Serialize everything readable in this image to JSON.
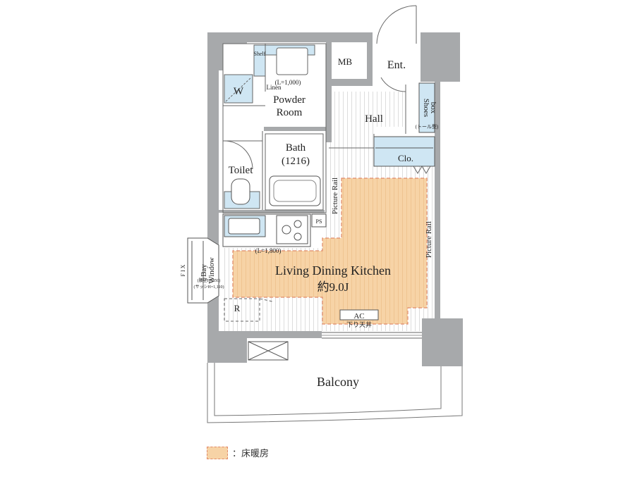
{
  "rooms": {
    "mb": "MB",
    "entrance": "Ent.",
    "shoes_line1": "Shoes",
    "shoes_line2": "box",
    "shoes_note": "(トール型)",
    "shelf": "Shelf",
    "linen_dim": "(L=1,000)",
    "linen": "Linen",
    "washer": "W",
    "powder_line1": "Powder",
    "powder_line2": "Room",
    "hall": "Hall",
    "bath_line1": "Bath",
    "bath_line2": "(1216)",
    "toilet": "Toilet",
    "closet": "Clo.",
    "ps": "PS",
    "picture_rail_left": "Picture Rail",
    "picture_rail_right": "Picture Rail",
    "kitchen_dim": "(L=1,800)",
    "bay_line1": "Bay",
    "bay_line2": "Window",
    "fix": "F I X",
    "bay_note1": "(腰壁H=850)",
    "bay_note2": "(サッシH=1,110)",
    "refrigerator": "R",
    "ldk_name": "Living Dining Kitchen",
    "ldk_size": "約9.0J",
    "ac": "AC",
    "ac_note": "下り天井",
    "balcony": "Balcony"
  },
  "legend": {
    "label": "：床暖房"
  },
  "colors": {
    "wall": "#a7a9ab",
    "floor_heating": "#f7d3a6",
    "floor_heating_border": "#e08a6a",
    "fixture_blue": "#cfe6f3",
    "line": "#555555"
  }
}
